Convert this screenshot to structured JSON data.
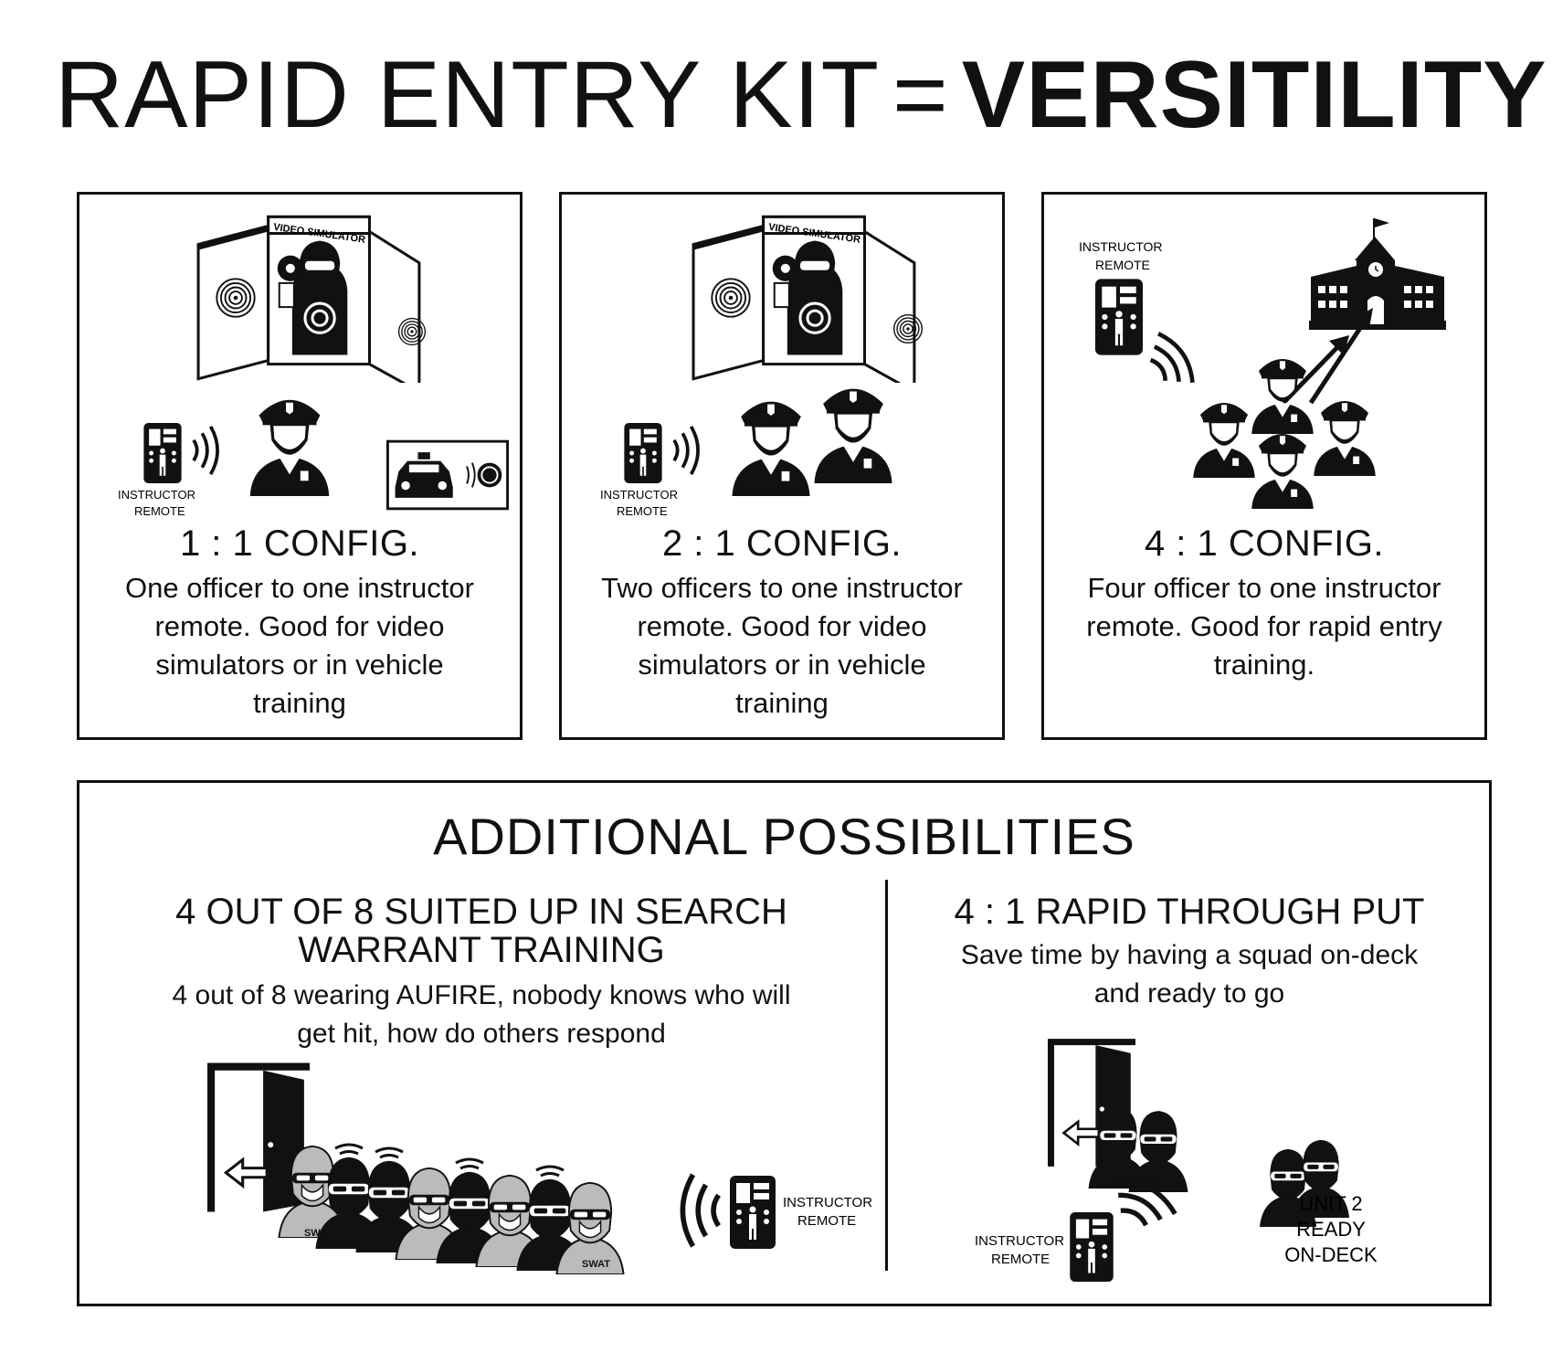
{
  "title": {
    "part1": "RAPID ENTRY",
    "part2": "KIT",
    "eq": "=",
    "part3": "VERSITILITY"
  },
  "labels": {
    "video_simulator": "VIDEO SIMULATOR",
    "instructor_remote_line1": "INSTRUCTOR",
    "instructor_remote_line2": "REMOTE",
    "unit2_line1": "UNIT 2",
    "unit2_line2": "READY",
    "unit2_line3": "ON-DECK",
    "swat": "SWAT"
  },
  "configs": [
    {
      "title": "1 : 1 CONFIG.",
      "description": "One officer to one instructor remote.  Good for video simulators or in vehicle training"
    },
    {
      "title": "2 : 1 CONFIG.",
      "description": "Two officers to one instructor remote.  Good for video simulators or in vehicle training"
    },
    {
      "title": "4 : 1 CONFIG.",
      "description": "Four officer to one instructor remote.  Good for rapid entry training."
    }
  ],
  "additional": {
    "title": "ADDITIONAL POSSIBILITIES",
    "left": {
      "title": "4 OUT OF 8 SUITED UP IN SEARCH WARRANT TRAINING",
      "description": "4 out of 8 wearing AUFIRE, nobody knows who will get hit, how do others respond"
    },
    "right": {
      "title": "4 : 1 RAPID THROUGH PUT",
      "description": "Save time by having a squad on-deck and ready to go"
    }
  },
  "colors": {
    "ink": "#111111",
    "background": "#ffffff",
    "gear_light": "#bbbbbb"
  }
}
